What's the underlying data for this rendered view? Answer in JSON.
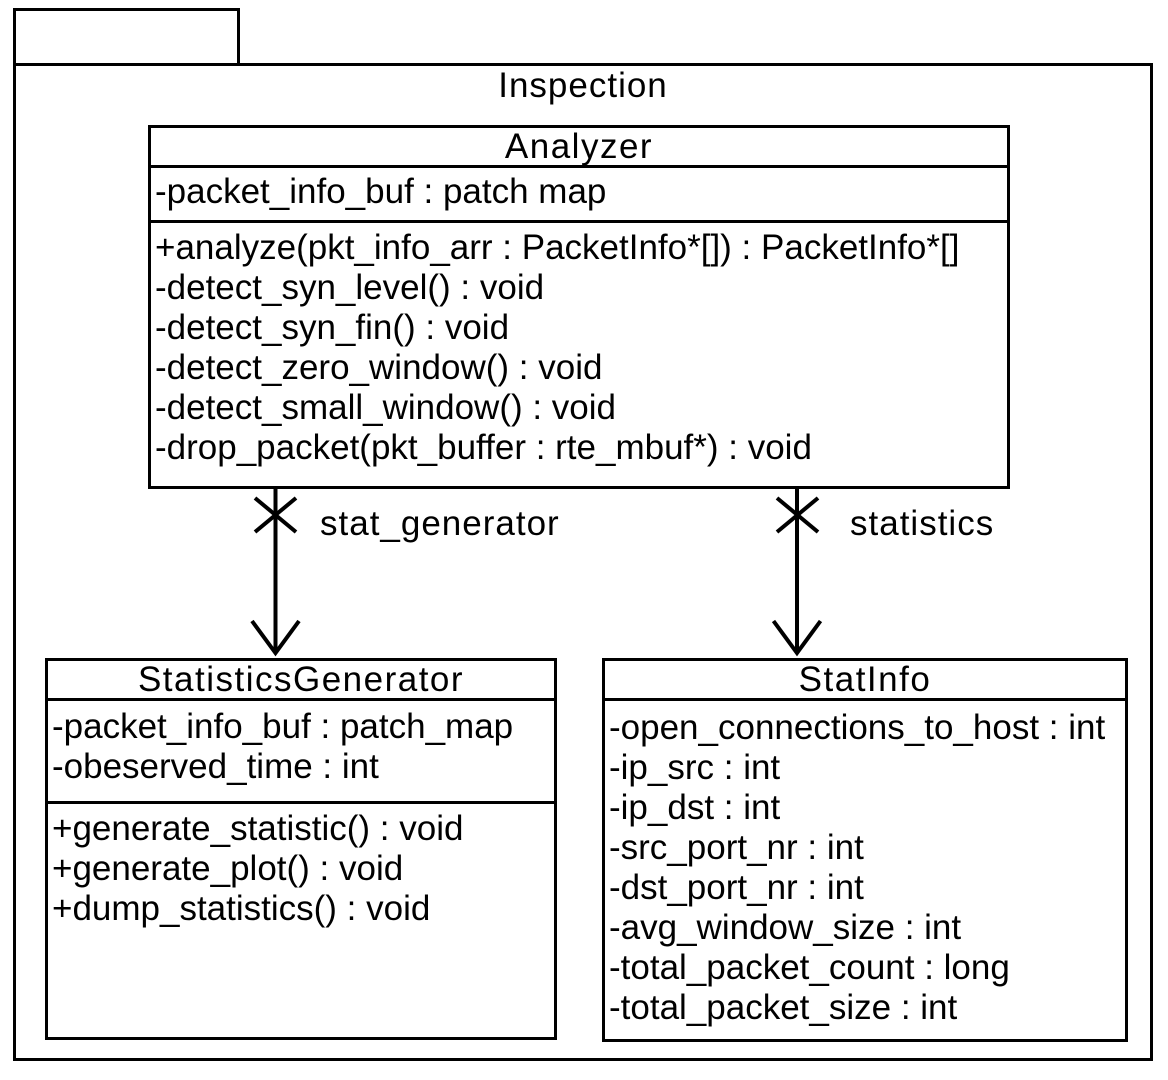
{
  "package": {
    "name": "Inspection"
  },
  "classes": [
    {
      "id": "analyzer",
      "name": "Analyzer",
      "attributes": [
        "-packet_info_buf : patch map"
      ],
      "methods": [
        "+analyze(pkt_info_arr : PacketInfo*[]) : PacketInfo*[]",
        "-detect_syn_level() : void",
        "-detect_syn_fin() : void",
        "-detect_zero_window() : void",
        "-detect_small_window() : void",
        "-drop_packet(pkt_buffer : rte_mbuf*) : void"
      ]
    },
    {
      "id": "statistics-generator",
      "name": "StatisticsGenerator",
      "attributes": [
        "-packet_info_buf : patch_map",
        "-obeserved_time : int"
      ],
      "methods": [
        "+generate_statistic() : void",
        "+generate_plot() : void",
        "+dump_statistics() : void"
      ]
    },
    {
      "id": "stat-info",
      "name": "StatInfo",
      "attributes": [
        "-open_connections_to_host : int",
        "-ip_src : int",
        "-ip_dst : int",
        "-src_port_nr : int",
        "-dst_port_nr : int",
        "-avg_window_size : int",
        "-total_packet_count : long",
        "-total_packet_size : int"
      ],
      "methods": []
    }
  ],
  "associations": [
    {
      "from": "Analyzer",
      "to": "StatisticsGenerator",
      "label": "stat_generator",
      "end_marker": "x",
      "head": "open-arrow"
    },
    {
      "from": "Analyzer",
      "to": "StatInfo",
      "label": "statistics",
      "end_marker": "x",
      "head": "open-arrow"
    }
  ],
  "colors": {
    "line": "#000000",
    "background": "#ffffff"
  }
}
